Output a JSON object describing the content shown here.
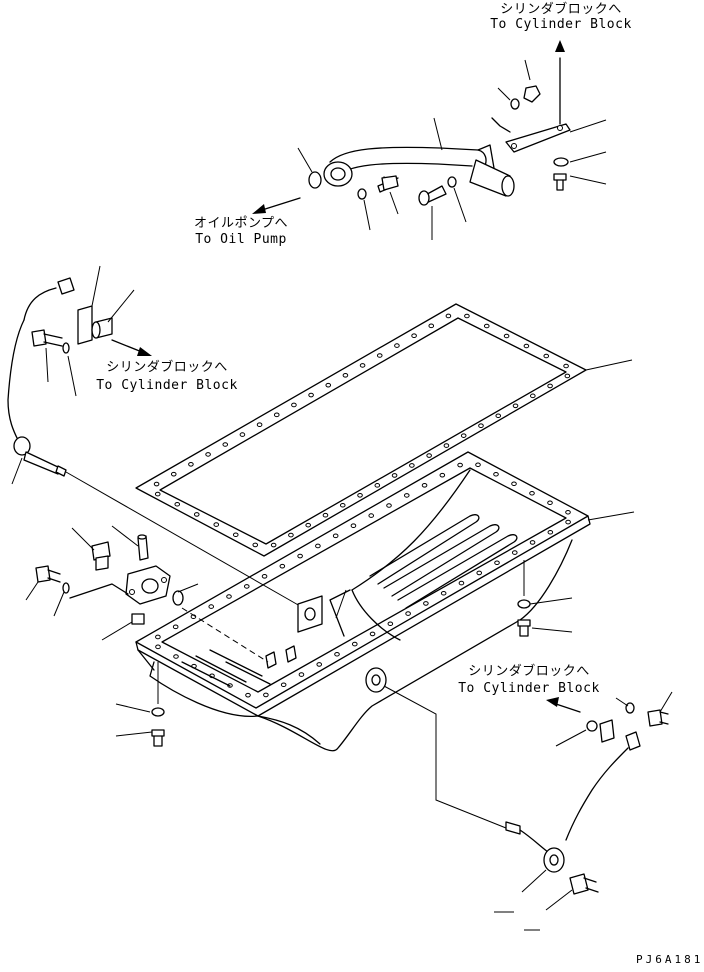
{
  "labels": {
    "top_cylinder_jp": "シリンダブロックへ",
    "top_cylinder_en": "To Cylinder Block",
    "oil_pump_jp": "オイルポンプへ",
    "oil_pump_en": "To Oil Pump",
    "left_cylinder_jp": "シリンダブロックへ",
    "left_cylinder_en": "To Cylinder Block",
    "right_cylinder_jp": "シリンダブロックへ",
    "right_cylinder_en": "To Cylinder Block",
    "drawing_code": "PJ6A181"
  }
}
